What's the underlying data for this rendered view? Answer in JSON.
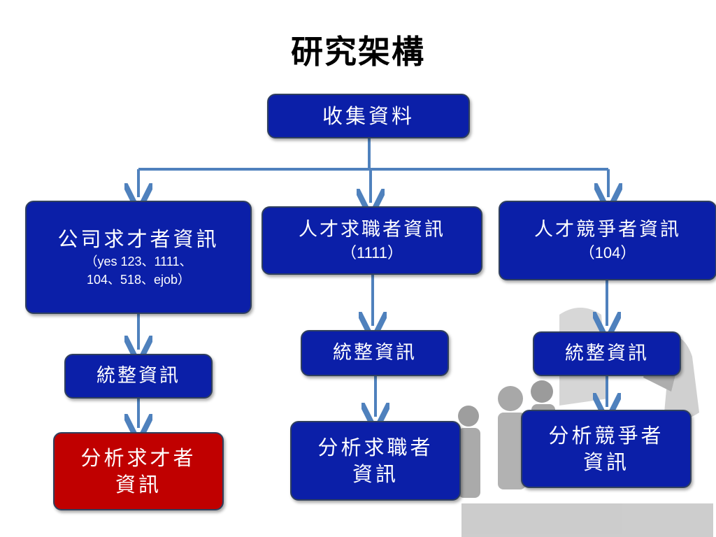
{
  "title": "研究架構",
  "nodes": {
    "collect": "收集資料",
    "company": {
      "title": "公司求才者資訊",
      "sub1": "（yes 123、1111、",
      "sub2": "104、518、ejob）"
    },
    "talent": {
      "title": "人才求職者資訊",
      "sub": "（1111）"
    },
    "competitor": {
      "title": "人才競爭者資訊",
      "sub": "（104）"
    },
    "integrate1": "統整資訊",
    "integrate2": "統整資訊",
    "integrate3": "統整資訊",
    "analysis1": {
      "l1": "分析求才者",
      "l2": "資訊"
    },
    "analysis2": {
      "l1": "分析求職者",
      "l2": "資訊"
    },
    "analysis3": {
      "l1": "分析競爭者",
      "l2": "資訊"
    }
  },
  "colors": {
    "box_fill": "#0b1fa8",
    "highlight_fill": "#c00000",
    "connector": "#4f81bd"
  }
}
